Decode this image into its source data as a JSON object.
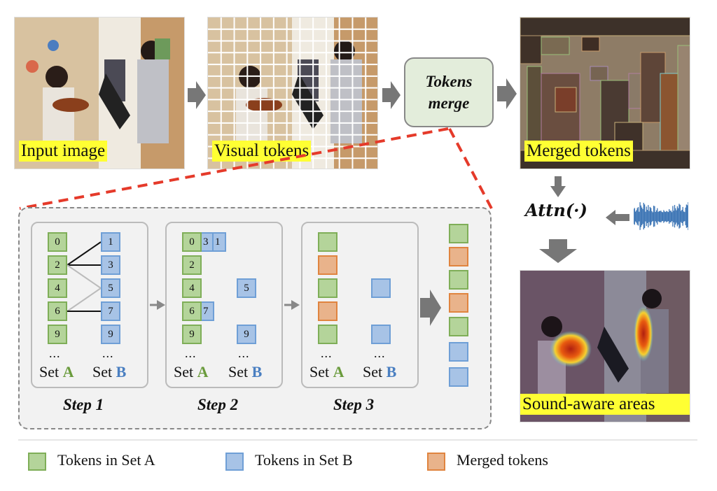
{
  "top_row": {
    "input_image_label": "Input image",
    "visual_tokens_label": "Visual tokens",
    "tokens_merge_label_line1": "Tokens",
    "tokens_merge_label_line2": "merge",
    "merged_tokens_label": "Merged tokens"
  },
  "right_column": {
    "attn_label": "Attn(·)",
    "audio_icon": "waveform-icon",
    "sound_aware_label": "Sound-aware areas"
  },
  "steps": [
    {
      "title": "Step 1",
      "set_a_tokens": [
        "0",
        "2",
        "4",
        "6",
        "9"
      ],
      "set_b_tokens": [
        "1",
        "3",
        "5",
        "7",
        "9"
      ],
      "edges": [
        {
          "from": "2",
          "to": "1",
          "style": "strong"
        },
        {
          "from": "2",
          "to": "3",
          "style": "strong"
        },
        {
          "from": "2",
          "to": "5",
          "style": "weak"
        },
        {
          "from": "6",
          "to": "5",
          "style": "weak"
        },
        {
          "from": "6",
          "to": "7",
          "style": "strong"
        }
      ],
      "ellipsis": "...",
      "set_a_word": "Set",
      "set_a_letter": "A",
      "set_b_word": "Set",
      "set_b_letter": "B"
    },
    {
      "title": "Step 2",
      "set_a_tokens": [
        "0",
        "2",
        "4",
        "6",
        "9"
      ],
      "attached_b_tokens": [
        [
          "3",
          "1"
        ],
        [],
        [],
        [
          "7"
        ],
        []
      ],
      "set_b_tokens_remaining": [
        "5",
        "9"
      ],
      "ellipsis": "...",
      "set_a_word": "Set",
      "set_a_letter": "A",
      "set_b_word": "Set",
      "set_b_letter": "B"
    },
    {
      "title": "Step 3",
      "set_a_column_types": [
        "A",
        "M",
        "A",
        "M",
        "A"
      ],
      "set_b_column_types": [
        "B",
        "B"
      ],
      "ellipsis": "...",
      "set_a_word": "Set",
      "set_a_letter": "A",
      "set_b_word": "Set",
      "set_b_letter": "B"
    }
  ],
  "output_column_types": [
    "A",
    "M",
    "A",
    "M",
    "A",
    "B",
    "B"
  ],
  "legend": [
    {
      "label": "Tokens in Set A",
      "type": "A"
    },
    {
      "label": "Tokens in Set B",
      "type": "B"
    },
    {
      "label": "Merged tokens",
      "type": "M"
    }
  ],
  "colors": {
    "set_a_fill": "#b4d49a",
    "set_a_border": "#7fae58",
    "set_b_fill": "#a7c3e6",
    "set_b_border": "#6f9fd6",
    "merged_fill": "#e9b38b",
    "merged_border": "#e0843f",
    "label_highlight": "#ffff33",
    "zoom_dash": "#e53a2a",
    "arrow_gray": "#777777"
  }
}
